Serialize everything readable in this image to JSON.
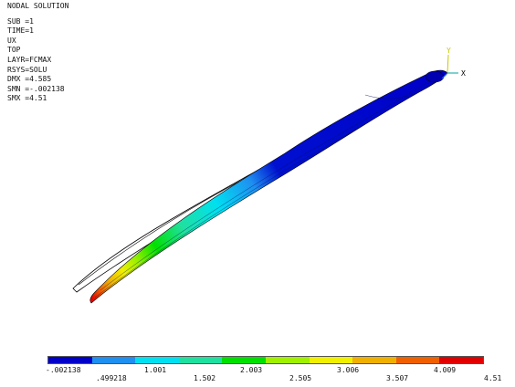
{
  "info": {
    "title": "NODAL SOLUTION",
    "lines": [
      "SUB =1",
      "TIME=1",
      "UX",
      "TOP",
      "LAYR=FCMAX",
      "RSYS=SOLU",
      "DMX =4.585",
      "SMN =-.002138",
      "SMX =4.51"
    ]
  },
  "triad": {
    "y_label": "Y",
    "x_label": "X"
  },
  "legend": {
    "labels_top": [
      "-.002138",
      "1.001",
      "2.003",
      "3.006",
      "4.009"
    ],
    "labels_bottom": [
      ".499218",
      "1.502",
      "2.505",
      "3.507",
      "4.51"
    ],
    "colors": [
      "#0000c8",
      "#1f8ff0",
      "#00e0f0",
      "#20e0a0",
      "#00e000",
      "#a0f000",
      "#f0f000",
      "#f0b000",
      "#f06000",
      "#e00000"
    ]
  }
}
